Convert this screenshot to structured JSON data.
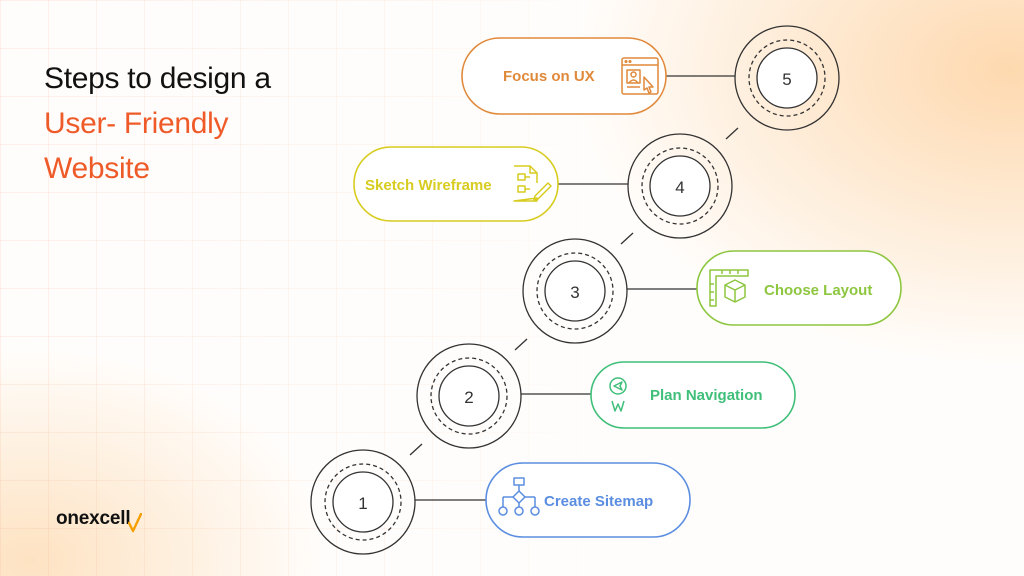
{
  "title": {
    "line1": "Steps to design a",
    "line2": "User- Friendly",
    "line3": "Website"
  },
  "steps": [
    {
      "number": "1",
      "label": "Create Sitemap",
      "color": "#5b8ee0",
      "icon": "sitemap-icon"
    },
    {
      "number": "2",
      "label": "Plan Navigation",
      "color": "#3fbf7a",
      "icon": "compass-icon"
    },
    {
      "number": "3",
      "label": "Choose Layout",
      "color": "#8dc63f",
      "icon": "layout-ruler-icon"
    },
    {
      "number": "4",
      "label": "Sketch Wireframe",
      "color": "#d7cc1f",
      "icon": "wireframe-pencil-icon"
    },
    {
      "number": "5",
      "label": "Focus on UX",
      "color": "#e0893a",
      "icon": "ux-click-icon"
    }
  ],
  "logo": {
    "text": "onexcell",
    "accent_color": "#f5a000"
  },
  "colors": {
    "title_accent": "#ef5a29",
    "connector": "#333333"
  }
}
